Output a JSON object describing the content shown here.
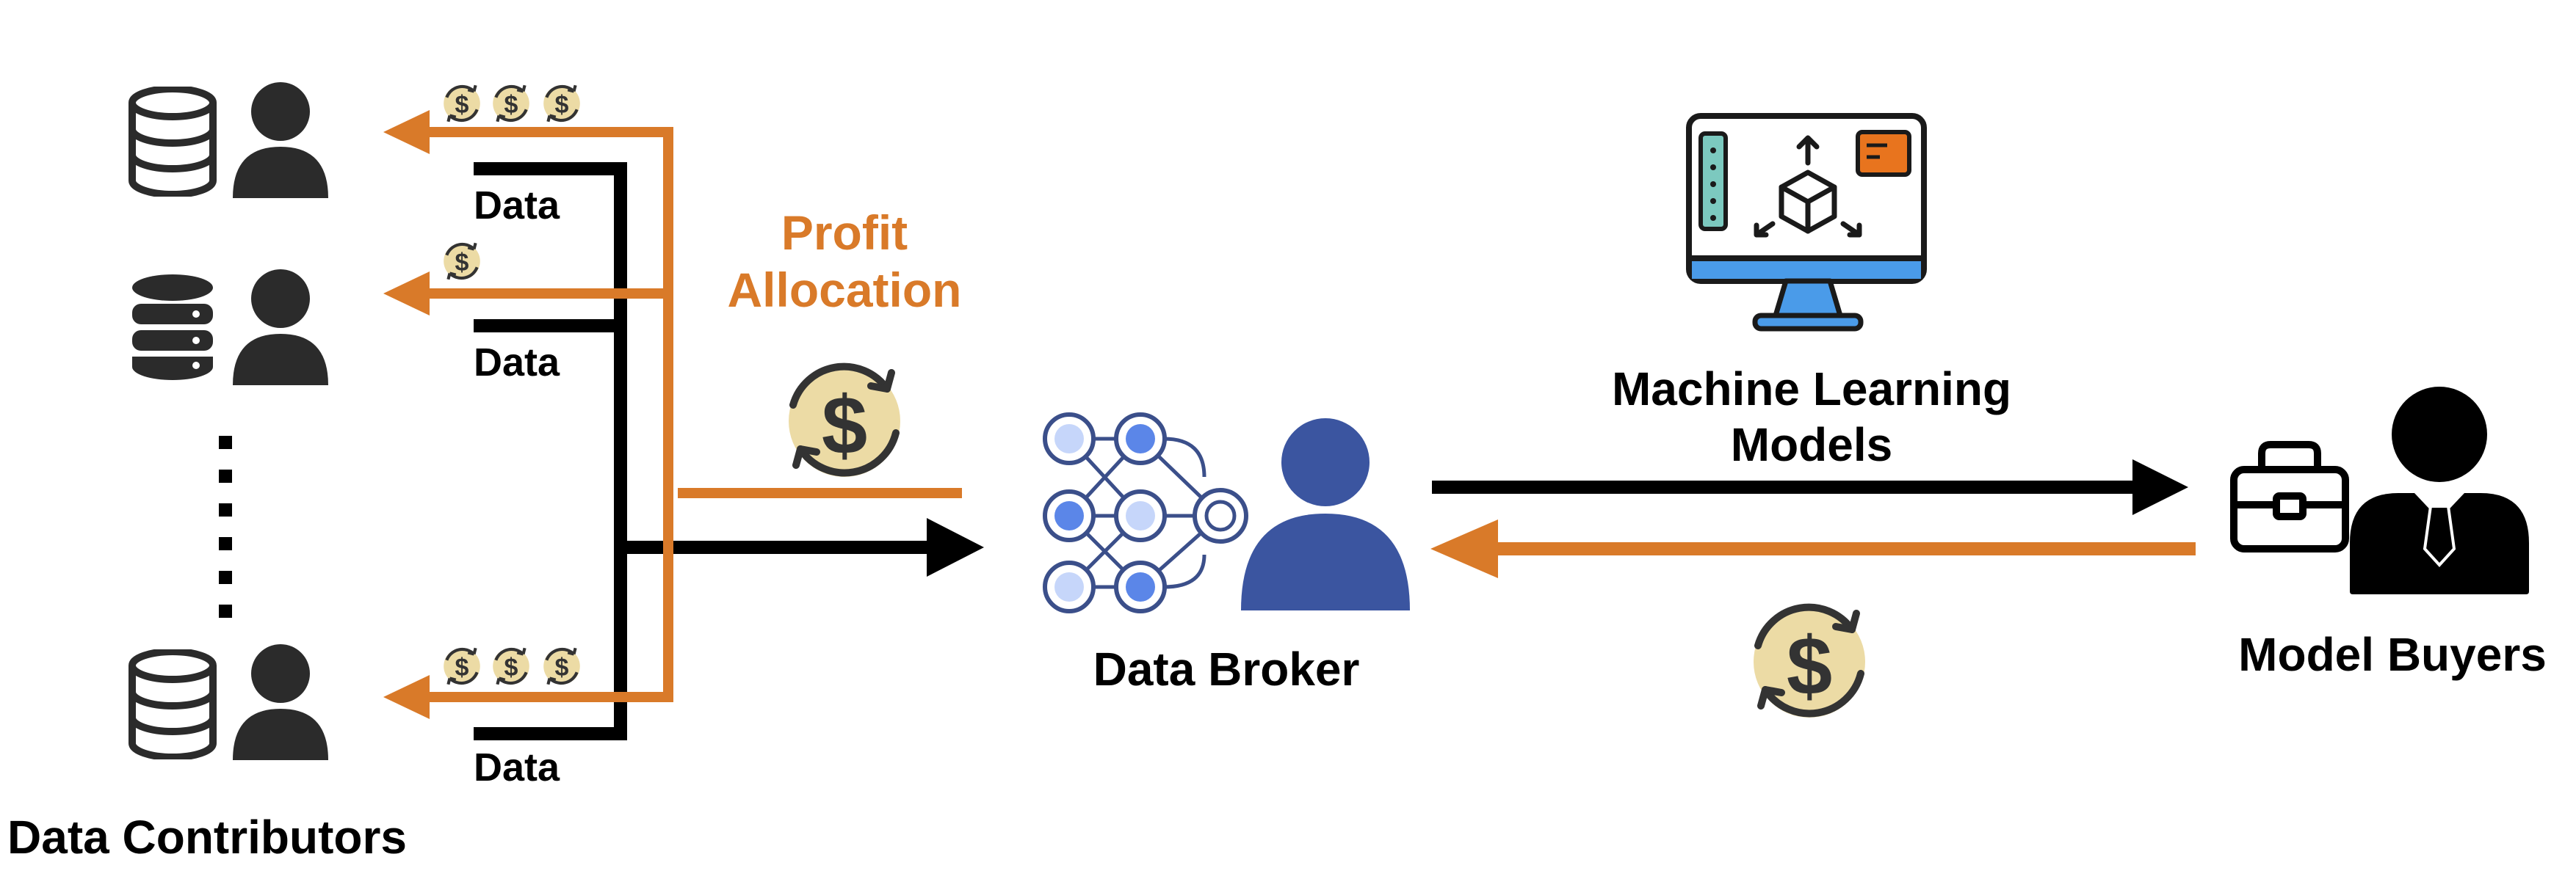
{
  "labels": {
    "data_1": "Data",
    "data_2": "Data",
    "data_3": "Data",
    "profit_line1": "Profit",
    "profit_line2": "Allocation",
    "ml_line1": "Machine Learning",
    "ml_line2": "Models",
    "data_broker": "Data Broker",
    "model_buyers": "Model Buyers",
    "data_contributors": "Data Contributors",
    "coin_symbol": "$"
  },
  "colors": {
    "orange": "#d97a29",
    "black": "#000000",
    "dark": "#2b2b2b",
    "broker_blue": "#3b55a0",
    "node_blue": "#5b86e8",
    "node_light": "#c6d6fa",
    "coin_fill": "#ecdba5",
    "monitor_teal": "#7cc9bf",
    "monitor_blue": "#4a9be9",
    "monitor_orange": "#e8741e"
  }
}
